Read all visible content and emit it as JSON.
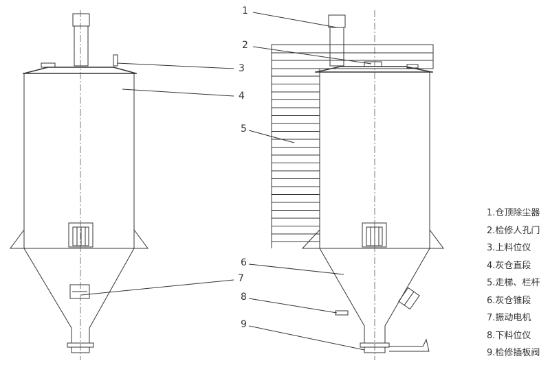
{
  "callouts": [
    "1",
    "2",
    "3",
    "4",
    "5",
    "6",
    "7",
    "8",
    "9"
  ],
  "legend": [
    "1.仓顶除尘器",
    "2.检修人孔门",
    "3.上料位仪",
    "4.灰仓直段",
    "5.走梯、栏杆",
    "6.灰仓锥段",
    "7.振动电机",
    "8.下料位仪",
    "9.检修插板阀"
  ]
}
